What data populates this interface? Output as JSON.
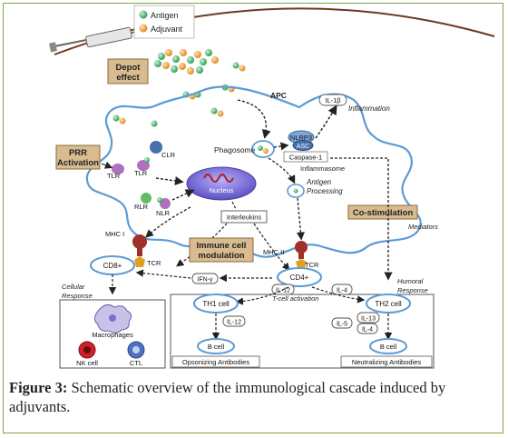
{
  "legend": {
    "antigen": "Antigen",
    "adjuvant": "Adjuvant"
  },
  "labels": {
    "depot_effect": [
      "Depot",
      "effect"
    ],
    "apc": "APC",
    "il1b": "IL-1β",
    "inflammation": "Inflammation",
    "nlrp3": "NLRP3",
    "asc": "ASC",
    "caspase1": "Caspase-1",
    "inflammasome": "Inflammasome",
    "phagosome": "Phagosome",
    "prr_activation": [
      "PRR",
      "Activation"
    ],
    "clr": "CLR",
    "tlr_a": "TLR",
    "tlr_b": "TLR",
    "nucleus": "Nucleus",
    "rlr": "RLR",
    "nlr": "NLR",
    "antigen_processing": [
      "Antigen",
      "Processing"
    ],
    "costimulation": "Co-stimulation",
    "mediators": "Mediators",
    "interleukins": "Interleukins",
    "mhc1": "MHC I",
    "mhc2": "MHC II",
    "immune_modulation": [
      "Immune cell",
      "modulation"
    ],
    "tcr_a": "TCR",
    "tcr_b": "TCR",
    "cd8": "CD8+",
    "cd4": "CD4+",
    "ifng": "IFN-γ",
    "il12_a": "IL-12",
    "il4": "IL-4",
    "humoral": [
      "Humoral",
      "Response"
    ],
    "cellular": [
      "Cellular",
      "Response"
    ],
    "th1": "TH1 cell",
    "th2": "TH2 cell",
    "tcell_activation": "T-cell activation",
    "il12_b": "IL-12",
    "il13": "IL-13",
    "il5": "IL-5",
    "il4_b": "IL-4",
    "bcell_a": "B cell",
    "bcell_b": "B cell",
    "opsonizing": "Opsonizing Antibodies",
    "neutralizing": "Neutralizing Antibodies",
    "macrophages": "Macrophages",
    "nk_cell": "NK cell",
    "ctl": "CTL"
  },
  "caption": {
    "label": "Figure 3:",
    "text": " Schematic overview of the immunological cascade induced by adjuvants."
  },
  "colors": {
    "cell_outline": "#5b9bd5",
    "antigen": "#3cb371",
    "adjuvant": "#f0a040",
    "label_box": "#d2b48c",
    "mhc": "#a0302a",
    "nucleus": "#7b6fd0",
    "receptor_purple": "#b070c0",
    "receptor_green": "#66bb66"
  }
}
